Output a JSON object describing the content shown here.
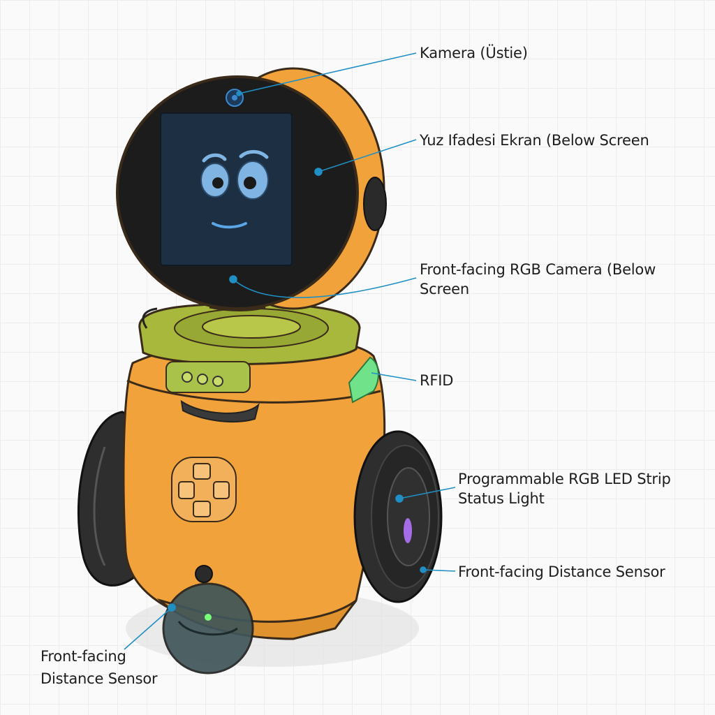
{
  "labels": {
    "camera_top": "Kamera (Üstie)",
    "face_screen": "Yuz Ifadesi Ekran (Below Screen",
    "rgb_camera": [
      "Front-facing RGB Camera (Below",
      "Screen"
    ],
    "rfid": "RFID",
    "led_strip": [
      "Programmable RGB LED Strip",
      "Status Light"
    ],
    "distance_right": "Front-facing Distance Sensor",
    "distance_left": [
      "Front-facing",
      "Distance Sensor"
    ]
  },
  "colors": {
    "body_orange": "#f2a23a",
    "body_outline": "#3a2a1a",
    "collar_green": "#a8b83c",
    "screen_dark": "#1d2f42",
    "bezel_black": "#1c1c1c",
    "eye_blue": "#7fb4e3",
    "wheel_black": "#2e2e2e",
    "leader_blue": "#1f8fc4",
    "rfid_green": "#6fe28a",
    "led_purple": "#a66ce8"
  },
  "icons": [
    "camera-icon",
    "robot-face",
    "rfid-light",
    "rgb-led",
    "distance-sensor"
  ]
}
